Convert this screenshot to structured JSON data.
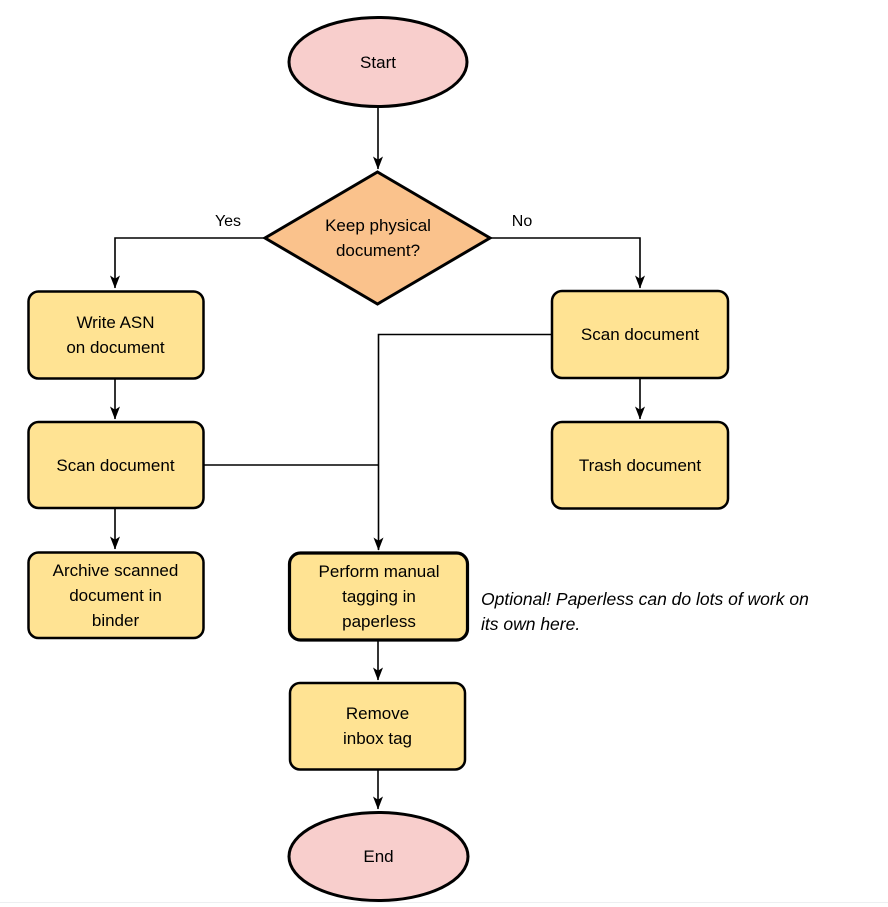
{
  "flowchart": {
    "nodes": [
      {
        "id": "start",
        "shape": "terminator-ellipse",
        "label": "Start",
        "fill": "#F8CECC"
      },
      {
        "id": "keep-physical-decision",
        "shape": "decision-diamond",
        "label": "Keep physical\ndocument?",
        "fill": "#FAC28C"
      },
      {
        "id": "write-asn",
        "shape": "process-rect",
        "label": "Write ASN\non document",
        "fill": "#FFE393"
      },
      {
        "id": "scan-document-left",
        "shape": "process-rect",
        "label": "Scan document",
        "fill": "#FFE393"
      },
      {
        "id": "archive-scanned",
        "shape": "process-rect",
        "label": "Archive scanned\ndocument in\nbinder",
        "fill": "#FFE393"
      },
      {
        "id": "scan-document-right",
        "shape": "process-rect",
        "label": "Scan document",
        "fill": "#FFE393"
      },
      {
        "id": "trash-document",
        "shape": "process-rect",
        "label": "Trash document",
        "fill": "#FFE393"
      },
      {
        "id": "perform-manual-tagging",
        "shape": "process-rect",
        "label": "Perform manual\ntagging in\npaperless",
        "fill": "#FFE393"
      },
      {
        "id": "remove-inbox-tag",
        "shape": "process-rect",
        "label": "Remove\ninbox tag",
        "fill": "#FFE393"
      },
      {
        "id": "end",
        "shape": "terminator-ellipse",
        "label": "End",
        "fill": "#F8CECC"
      }
    ],
    "edge_labels": {
      "yes": "Yes",
      "no": "No"
    },
    "edges": [
      {
        "from": "start",
        "to": "keep-physical-decision"
      },
      {
        "from": "keep-physical-decision",
        "to": "write-asn",
        "label": "Yes"
      },
      {
        "from": "keep-physical-decision",
        "to": "scan-document-right",
        "label": "No"
      },
      {
        "from": "write-asn",
        "to": "scan-document-left"
      },
      {
        "from": "scan-document-left",
        "to": "archive-scanned"
      },
      {
        "from": "scan-document-right",
        "to": "trash-document"
      },
      {
        "from": "scan-document-left",
        "to": "perform-manual-tagging"
      },
      {
        "from": "scan-document-right",
        "to": "perform-manual-tagging"
      },
      {
        "from": "perform-manual-tagging",
        "to": "remove-inbox-tag"
      },
      {
        "from": "remove-inbox-tag",
        "to": "end"
      }
    ],
    "annotation": {
      "text": "Optional! Paperless can do lots of work on\nits own here."
    },
    "colors": {
      "stroke": "#000000",
      "process_fill": "#FFE393",
      "terminator_fill": "#F8CECC",
      "decision_fill": "#FAC28C",
      "text": "#000000"
    }
  }
}
